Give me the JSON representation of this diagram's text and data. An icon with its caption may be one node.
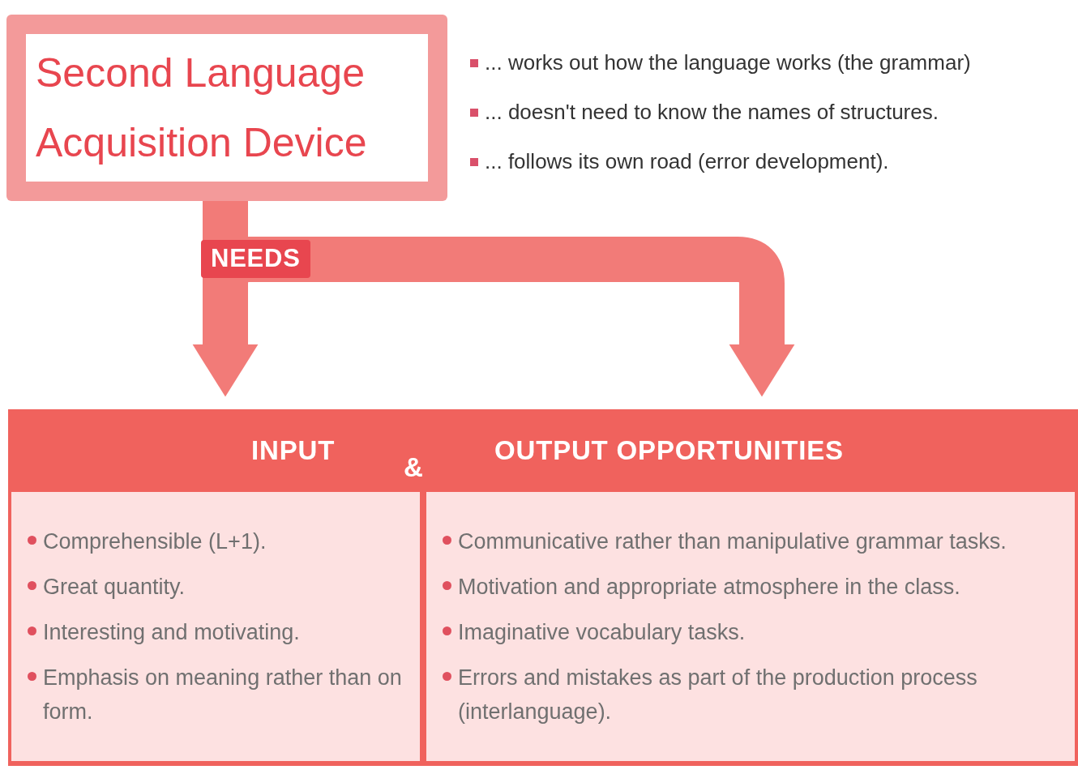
{
  "diagram": {
    "nodes": [
      {
        "text": [
          "Second Language Acquisition Device"
        ]
      },
      {
        "text": [
          "INPUT",
          "Comprehensible (L+1).",
          "Great quantity.",
          "Interesting and motivating.",
          "Emphasis on meaning rather than on form."
        ]
      },
      {
        "text": [
          "OUTPUT OPPORTUNITIES",
          "Communicative rather than manipulative grammar tasks.",
          "Motivation and appropriate atmosphere in the class.",
          "Imaginative vocabulary tasks.",
          "Errors and mistakes as part of the production process (interlanguage)."
        ]
      }
    ],
    "edges": [
      {
        "from": 0,
        "to": 1,
        "arrow": "to",
        "label": "NEEDS"
      },
      {
        "from": 0,
        "to": 2,
        "arrow": "to"
      }
    ],
    "labels": [
      "... works out how the language works (the grammar)",
      "... doesn't need to know the names of structures.",
      "... follows its own road (error development).",
      "&"
    ]
  }
}
